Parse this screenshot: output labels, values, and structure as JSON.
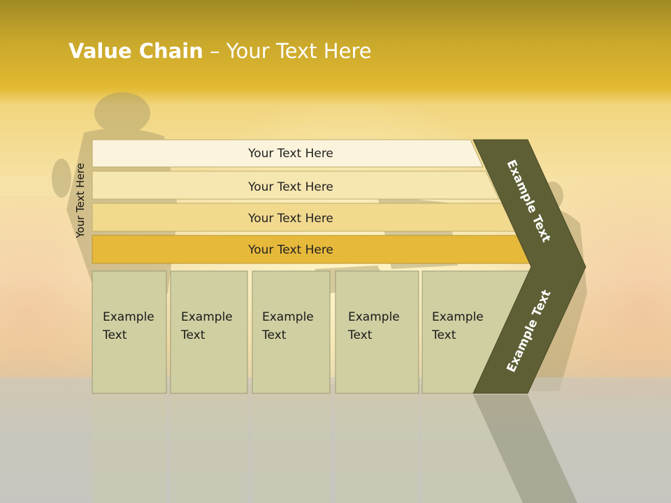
{
  "title": {
    "bold": "Value Chain",
    "rest": " – Your Text Here"
  },
  "vertical_label": "Your Text Here",
  "bars": [
    "Your Text Here",
    "Your Text Here",
    "Your Text Here",
    "Your Text Here"
  ],
  "boxes": [
    [
      "Example",
      "Text"
    ],
    [
      "Example",
      "Text"
    ],
    [
      "Example",
      "Text"
    ],
    [
      "Example",
      "Text"
    ],
    [
      "Example",
      "Text"
    ]
  ],
  "arrow_labels": [
    "Example Text",
    "Example Text"
  ],
  "colors": {
    "bar_fills": [
      "#fbf3dc",
      "#f6e6b0",
      "#f1d98e",
      "#e6b93b"
    ],
    "box_fill": "#cfcfa2",
    "arrow_fill": "#5e5f34"
  }
}
